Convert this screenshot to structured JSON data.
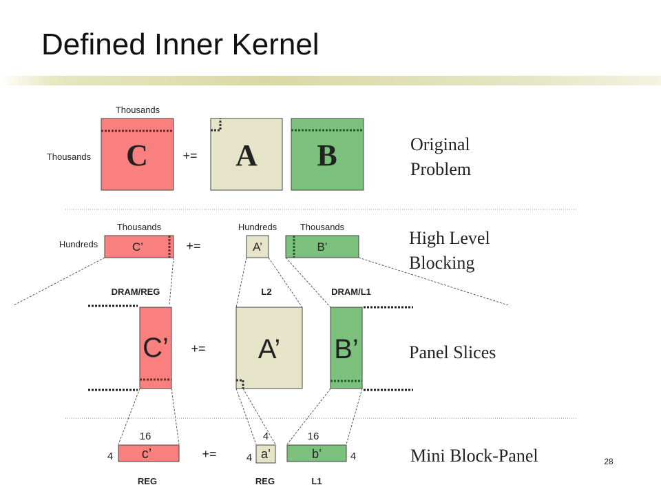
{
  "slide": {
    "title": "Defined Inner Kernel",
    "page_number": "28"
  },
  "original": {
    "c_label": "C",
    "a_label": "A",
    "b_label": "B",
    "op": "+=",
    "dim_top": "Thousands",
    "dim_left": "Thousands",
    "desc_line1": "Original",
    "desc_line2": "Problem"
  },
  "high_level": {
    "c_label": "C’",
    "a_label": "A’",
    "b_label": "B’",
    "op": "+=",
    "c_dim_top": "Thousands",
    "c_dim_left": "Hundreds",
    "a_dim_top": "Hundreds",
    "b_dim_top": "Thousands",
    "desc_line1": "High Level",
    "desc_line2": "Blocking"
  },
  "panel": {
    "c_label": "C’",
    "a_label": "A’",
    "b_label": "B’",
    "op": "+=",
    "c_mem": "DRAM/REG",
    "a_mem": "L2",
    "b_mem": "DRAM/L1",
    "desc": "Panel Slices"
  },
  "mini": {
    "c_label": "c’",
    "a_label": "a’",
    "b_label": "b’",
    "op": "+=",
    "c_top": "16",
    "c_left": "4",
    "a_top": "4",
    "a_left": "4",
    "b_top": "16",
    "b_right": "4",
    "c_mem": "REG",
    "a_mem": "REG",
    "b_mem": "L1",
    "desc": "Mini Block-Panel"
  },
  "colors": {
    "c_fill": "#fa7f7f",
    "a_fill": "#e6e4c8",
    "b_fill": "#7cc07d",
    "stroke": "#333333"
  }
}
